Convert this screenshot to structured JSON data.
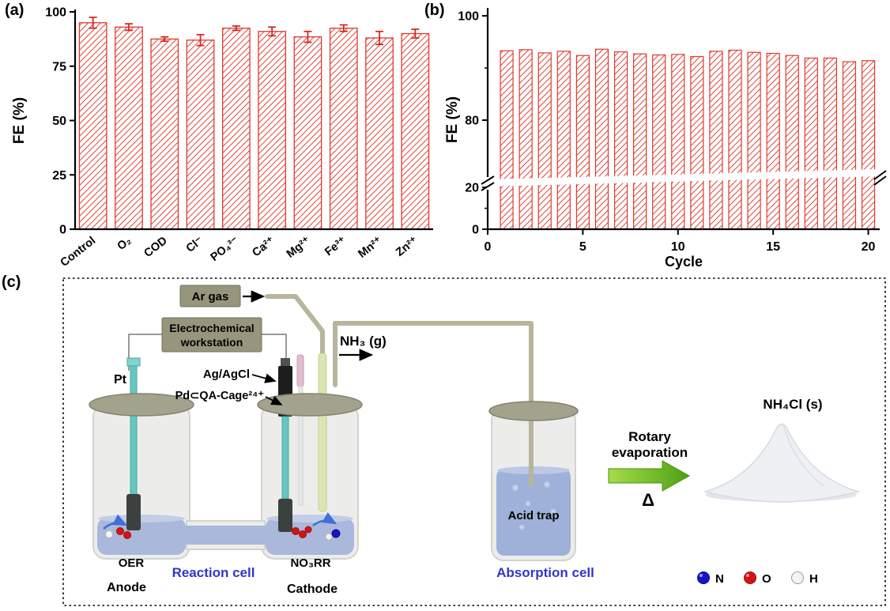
{
  "panels": {
    "a": "(a)",
    "b": "(b)",
    "c": "(c)"
  },
  "colors": {
    "bar_red": "#e0392e",
    "error_red": "#d02418",
    "liquid_blue": "#a9b8db",
    "label_blue": "#3434c8",
    "green_arrow": "#5fb91f",
    "box_tan": "#97967d",
    "tube_tan": "#b7b59c",
    "electrode_teal": "#66c6c0",
    "sphere_n_blue": "#1515c8",
    "sphere_o_red": "#d41414",
    "sphere_h_white": "#f4f4f4"
  },
  "chart_data": [
    {
      "id": "a",
      "type": "bar",
      "title": "",
      "ylabel": "FE (%)",
      "xlabel": "",
      "ylim": [
        0,
        100
      ],
      "yticks": [
        0,
        25,
        50,
        75,
        100
      ],
      "bar_style": "red-diagonal-hatch",
      "error_bars": true,
      "categories": [
        "Control",
        "O₂",
        "COD",
        "Cl⁻",
        "PO₄³⁻",
        "Ca²⁺",
        "Mg²⁺",
        "Fe³⁺",
        "Mn²⁺",
        "Zn²⁺"
      ],
      "values": [
        95,
        93,
        87.5,
        87,
        92.5,
        91,
        88.5,
        92.5,
        88,
        90
      ],
      "errors": [
        2.5,
        1.5,
        1,
        2.5,
        1,
        2,
        2.5,
        1.5,
        3,
        2
      ]
    },
    {
      "id": "b",
      "type": "bar",
      "title": "",
      "ylabel": "FE (%)",
      "xlabel": "Cycle",
      "ylim": [
        0,
        100
      ],
      "axis_break": [
        20,
        80
      ],
      "yticks": [
        0,
        20,
        80,
        100
      ],
      "yticks_minor": [
        10,
        90
      ],
      "xticks": [
        0,
        5,
        10,
        15,
        20
      ],
      "bar_style": "red-diagonal-hatch",
      "x": [
        1,
        2,
        3,
        4,
        5,
        6,
        7,
        8,
        9,
        10,
        11,
        12,
        13,
        14,
        15,
        16,
        17,
        18,
        19,
        20
      ],
      "values": [
        93.3,
        93.5,
        92.9,
        93.2,
        92.4,
        93.6,
        93.1,
        92.7,
        92.5,
        92.6,
        92.2,
        93.2,
        93.4,
        93.0,
        92.8,
        92.4,
        91.9,
        91.9,
        91.2,
        91.4
      ]
    }
  ],
  "panelC": {
    "labels": {
      "ar_gas": "Ar gas",
      "workstation_line1": "Electrochemical",
      "workstation_line2": "workstation",
      "nh3_gas": "NH₃ (g)",
      "pt": "Pt",
      "ag_agcl": "Ag/AgCl",
      "pd_cage": "Pd⊂QA-Cage²⁴⁺",
      "oer": "OER",
      "no3rr": "NO₃RR",
      "anode": "Anode",
      "cathode": "Cathode",
      "reaction_cell": "Reaction cell",
      "acid_trap": "Acid trap",
      "absorption_cell": "Absorption cell",
      "rotary_line1": "Rotary",
      "rotary_line2": "evaporation",
      "delta": "Δ",
      "nh4cl": "NH₄Cl (s)",
      "legend_n": "N",
      "legend_o": "O",
      "legend_h": "H"
    }
  }
}
